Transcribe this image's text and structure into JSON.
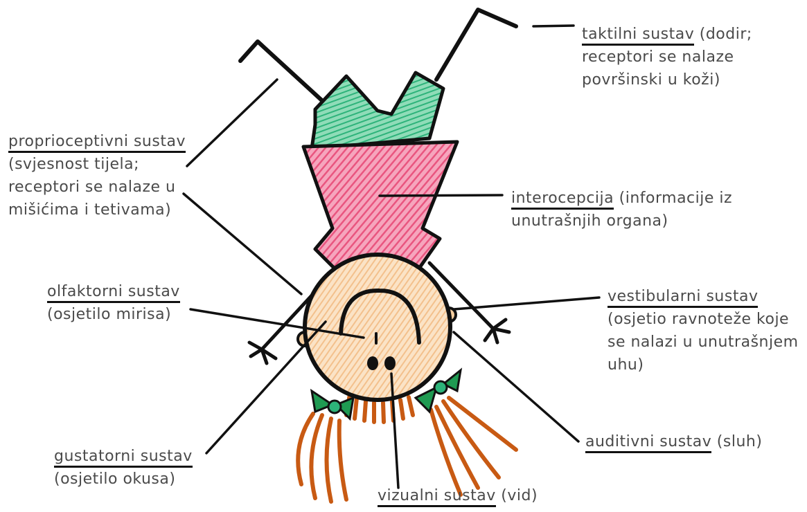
{
  "colors": {
    "skin": "#f7cfa0",
    "dress_pink": "#e9557f",
    "shorts_green": "#2db37a",
    "bow_green": "#1f9a52",
    "hair": "#c85a13",
    "ink": "#111111",
    "text": "#4a4a4a"
  },
  "labels": {
    "taktilni": {
      "term": "taktilni sustav",
      "line1_rest": " (dodir;",
      "line2": "receptori se nalaze",
      "line3": "površinski u koži)"
    },
    "proprioceptivni": {
      "term": "proprioceptivni sustav",
      "line2": "(svjesnost tijela;",
      "line3": "receptori se nalaze u",
      "line4": "mišićima i tetivama)"
    },
    "interocepcija": {
      "term": "interocepcija",
      "line1_rest": " (informacije iz",
      "line2": "unutrašnjih organa)"
    },
    "olfaktorni": {
      "term": "olfaktorni sustav",
      "line2": "(osjetilo mirisa)"
    },
    "vestibularni": {
      "term": "vestibularni sustav",
      "line2": "(osjetio ravnoteže koje",
      "line3": "se nalazi u unutrašnjem",
      "line4": "uhu)"
    },
    "auditivni": {
      "term": "auditivni sustav",
      "line1_rest": " (sluh)"
    },
    "gustatorni": {
      "term": "gustatorni sustav",
      "line2": "(osjetilo okusa)"
    },
    "vizualni": {
      "term": "vizualni sustav",
      "line1_rest": " (vid)"
    }
  }
}
